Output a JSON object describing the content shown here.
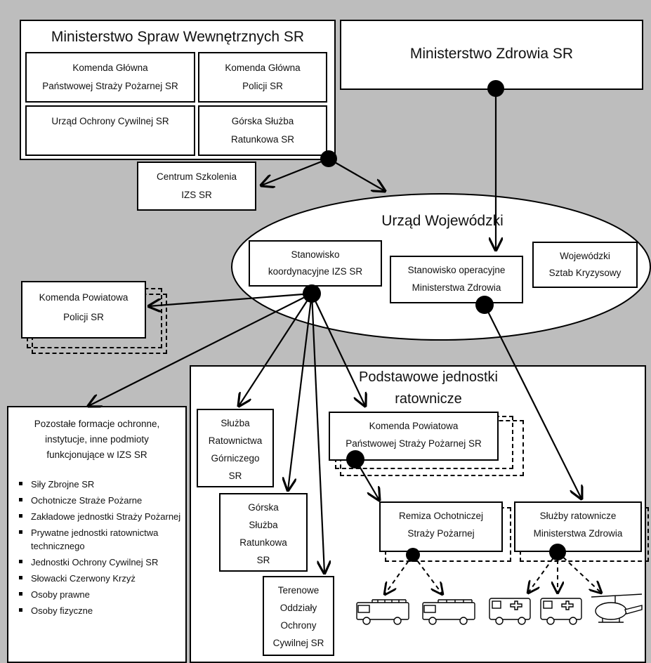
{
  "colors": {
    "background": "#bdbdbd",
    "box_fill": "#ffffff",
    "line": "#000000"
  },
  "msw": {
    "title": "Ministerstwo Spraw Wewnętrznych SR",
    "kg_psp": [
      "Komenda Główna",
      "Państwowej Straży Pożarnej SR"
    ],
    "kg_policja": [
      "Komenda Główna",
      "Policji SR"
    ],
    "uocs": "Urząd Ochrony Cywilnej SR",
    "gorska_top": [
      "Górska Służba",
      "Ratunkowa SR"
    ]
  },
  "mz": {
    "title": "Ministerstwo Zdrowia SR"
  },
  "centrum": [
    "Centrum Szkolenia",
    "IZS SR"
  ],
  "uw": {
    "title": "Urząd Wojewódzki",
    "stanowisko_koord": [
      "Stanowisko",
      "koordynacyjne IZS SR"
    ],
    "stanowisko_op": [
      "Stanowisko operacyjne",
      "Ministerstwa Zdrowia"
    ],
    "sztab": [
      "Wojewódzki",
      "Sztab Kryzysowy"
    ]
  },
  "kpp": [
    "Komenda Powiatowa",
    "Policji SR"
  ],
  "pozostale": {
    "title": [
      "Pozostałe formacje ochronne,",
      "instytucje, inne podmioty",
      "funkcjonujące w IZS SR"
    ],
    "items": [
      "Siły Zbrojne SR",
      "Ochotnicze Straże Pożarne",
      "Zakładowe jednostki Straży Pożarnej",
      "Prywatne jednostki ratownictwa technicznego",
      "Jednostki Ochrony Cywilnej SR",
      "Słowacki Czerwony Krzyż",
      "Osoby prawne",
      "Osoby fizyczne"
    ]
  },
  "pjr": {
    "title": [
      "Podstawowe jednostki",
      "ratownicze"
    ],
    "sluzba_gornicza": [
      "Służba",
      "Ratownictwa",
      "Górniczego",
      "SR"
    ],
    "gorska": [
      "Górska",
      "Służba",
      "Ratunkowa",
      "SR"
    ],
    "terenowe": [
      "Terenowe",
      "Oddziały",
      "Ochrony",
      "Cywilnej SR"
    ],
    "kp_psp": [
      "Komenda Powiatowa",
      "Państwowej Straży Pożarnej SR"
    ],
    "remiza": [
      "Remiza Ochotniczej",
      "Straży Pożarnej"
    ],
    "sluzby_ratownicze": [
      "Służby ratownicze",
      "Ministerstwa Zdrowia"
    ]
  },
  "vehicles": [
    "fire-truck",
    "fire-truck",
    "ambulance",
    "ambulance",
    "helicopter"
  ]
}
